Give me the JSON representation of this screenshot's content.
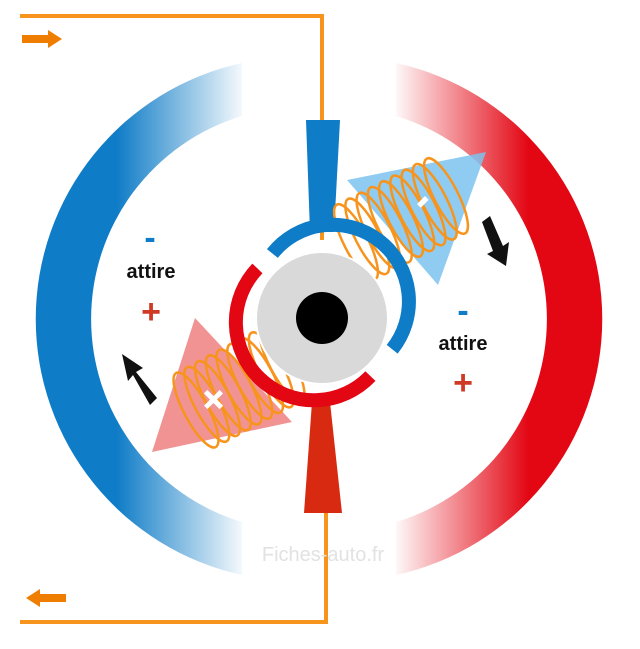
{
  "diagram": {
    "left_pole": {
      "attract_label": "attire",
      "minus_sign": "-",
      "plus_sign": "+"
    },
    "right_pole": {
      "attract_label": "attire",
      "minus_sign": "-",
      "plus_sign": "+"
    },
    "armature": {
      "upper_coil_sign": "-",
      "lower_coil_sign": "+"
    },
    "watermark": "Fiches-auto.fr",
    "colors": {
      "wire": "#f7941d",
      "blue": "#0f7cc7",
      "red": "#e30613",
      "coil": "#f7941d",
      "hub": "#d9d9d9",
      "shaft": "#000000",
      "arrow": "#111111",
      "light_blue": "#7dc3ee",
      "light_red": "#f08080"
    },
    "icons": [
      "current-in-arrow-icon",
      "current-out-arrow-icon",
      "rotation-arrow-icon"
    ]
  }
}
